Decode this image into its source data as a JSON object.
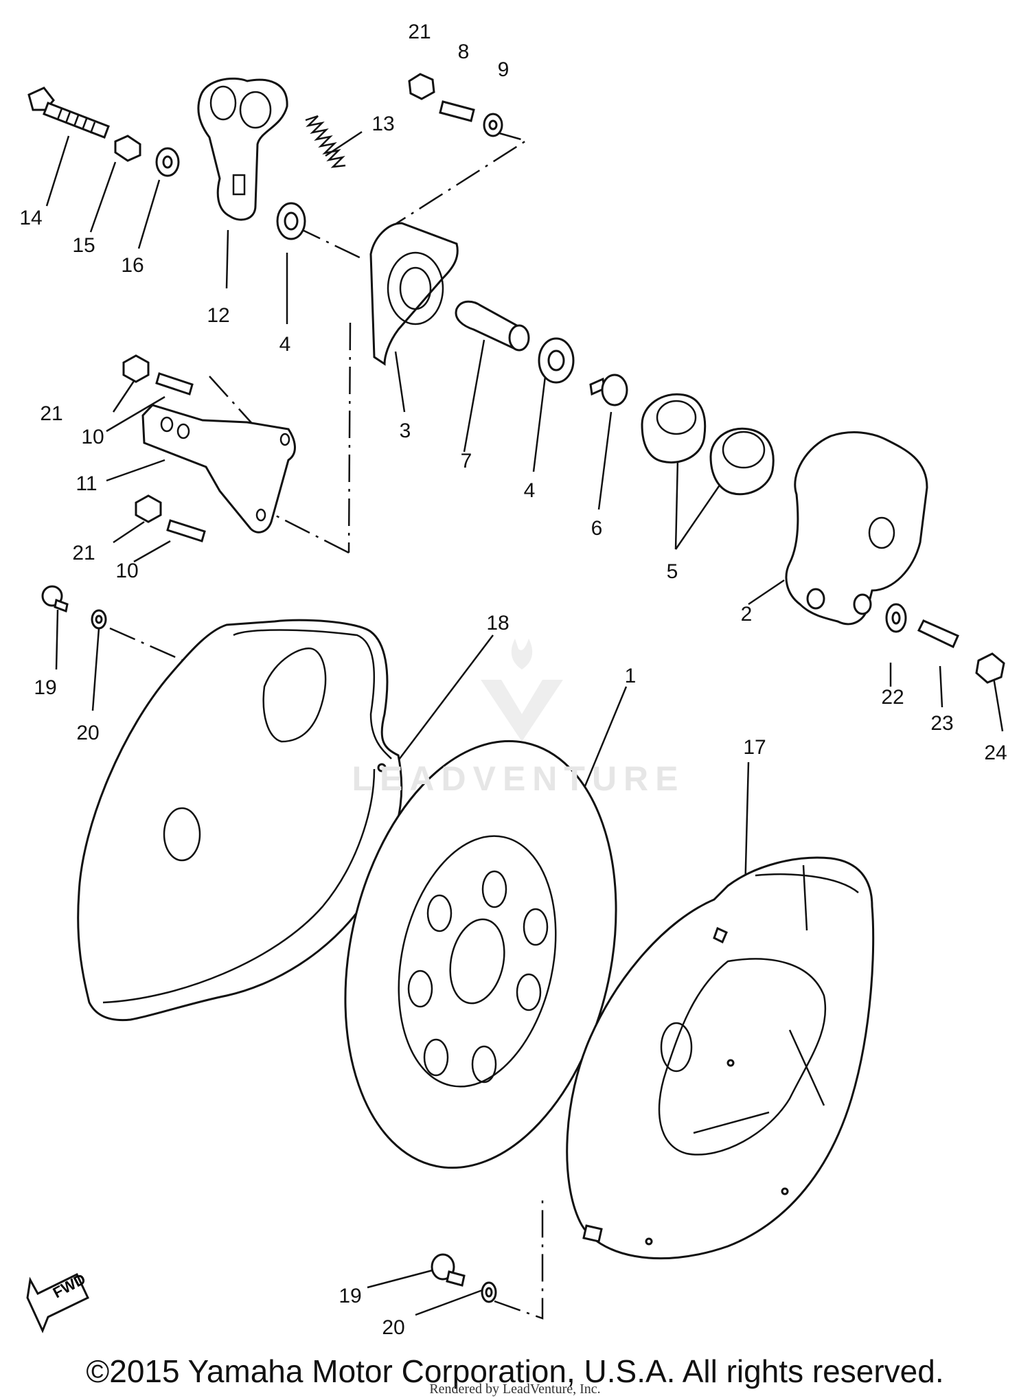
{
  "diagram": {
    "callouts": [
      "21",
      "8",
      "9",
      "13",
      "14",
      "15",
      "16",
      "12",
      "4",
      "3",
      "7",
      "4",
      "6",
      "5",
      "2",
      "21",
      "10",
      "11",
      "21",
      "10",
      "19",
      "20",
      "18",
      "1",
      "17",
      "22",
      "23",
      "24",
      "19",
      "20"
    ],
    "watermark": "LEADVENTURE",
    "fwd_label": "FWD",
    "copyright": "©2015 Yamaha Motor Corporation, U.S.A. All rights reserved.",
    "rendered_by": "Rendered by LeadVenture, Inc."
  }
}
